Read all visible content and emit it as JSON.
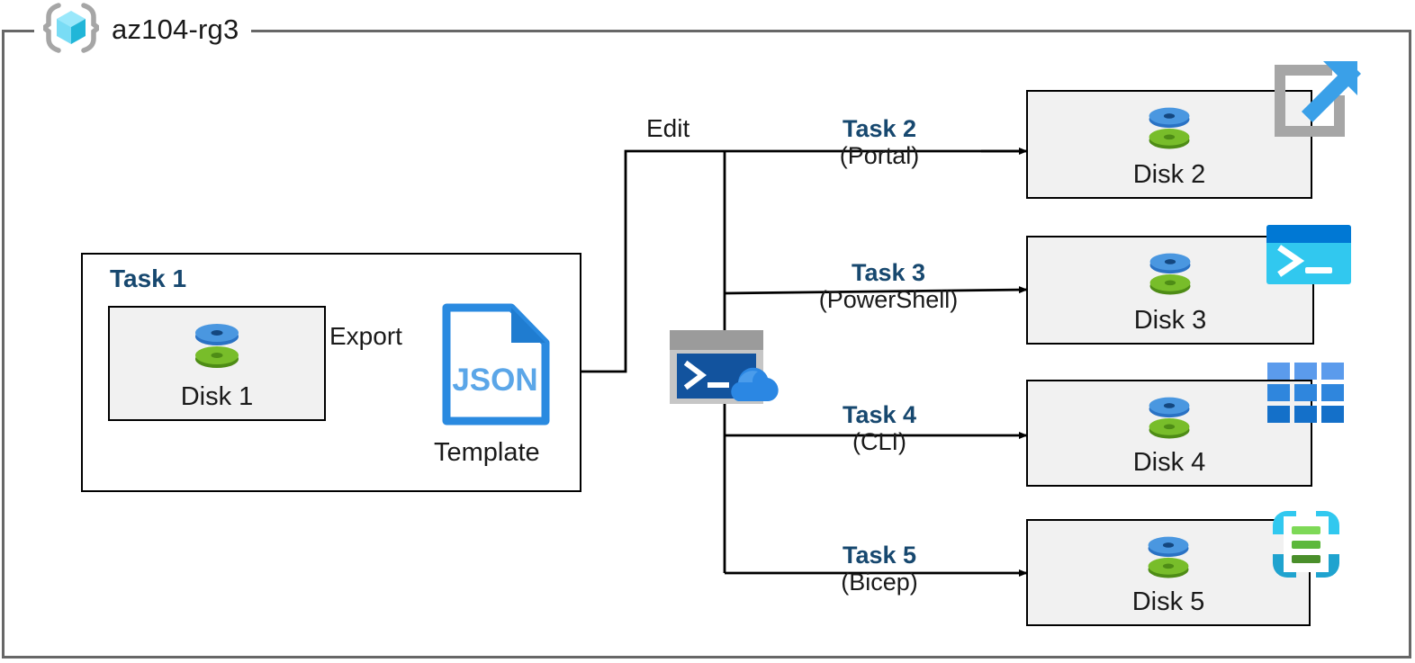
{
  "resource_group": {
    "name": "az104-rg3",
    "icon": "resource-group-cube-icon"
  },
  "task1": {
    "label": "Task 1",
    "source_disk": {
      "caption": "Disk 1",
      "icon": "managed-disk-icon"
    },
    "export_label": "Export",
    "template": {
      "file_type": "JSON",
      "caption": "Template",
      "icon": "json-file-icon"
    }
  },
  "edit_label": "Edit",
  "cloud_shell": {
    "icon": "cloud-shell-icon",
    "prompt": ">_"
  },
  "branches": [
    {
      "task": "Task 2",
      "method": "(Portal)",
      "disk_caption": "Disk 2",
      "tool_icon": "azure-portal-icon"
    },
    {
      "task": "Task 3",
      "method": "(PowerShell)",
      "disk_caption": "Disk 3",
      "tool_icon": "powershell-icon"
    },
    {
      "task": "Task 4",
      "method": "(CLI)",
      "disk_caption": "Disk 4",
      "tool_icon": "azure-cli-icon"
    },
    {
      "task": "Task 5",
      "method": "(Bicep)",
      "disk_caption": "Disk 5",
      "tool_icon": "bicep-icon"
    }
  ],
  "colors": {
    "task_label_blue": "#17486f",
    "frame_gray": "#676767",
    "box_fill": "#f1f1f1",
    "disk_blue": "#3f8fdd",
    "disk_green": "#6eb52a",
    "json_blue": "#2a8ae0",
    "cloud_shell_dark": "#12539e",
    "powershell_cyan": "#31c8ef",
    "cli_blue": "#1b75c9",
    "bicep_cyan": "#31c8ef",
    "bicep_green": "#6cc24a"
  }
}
